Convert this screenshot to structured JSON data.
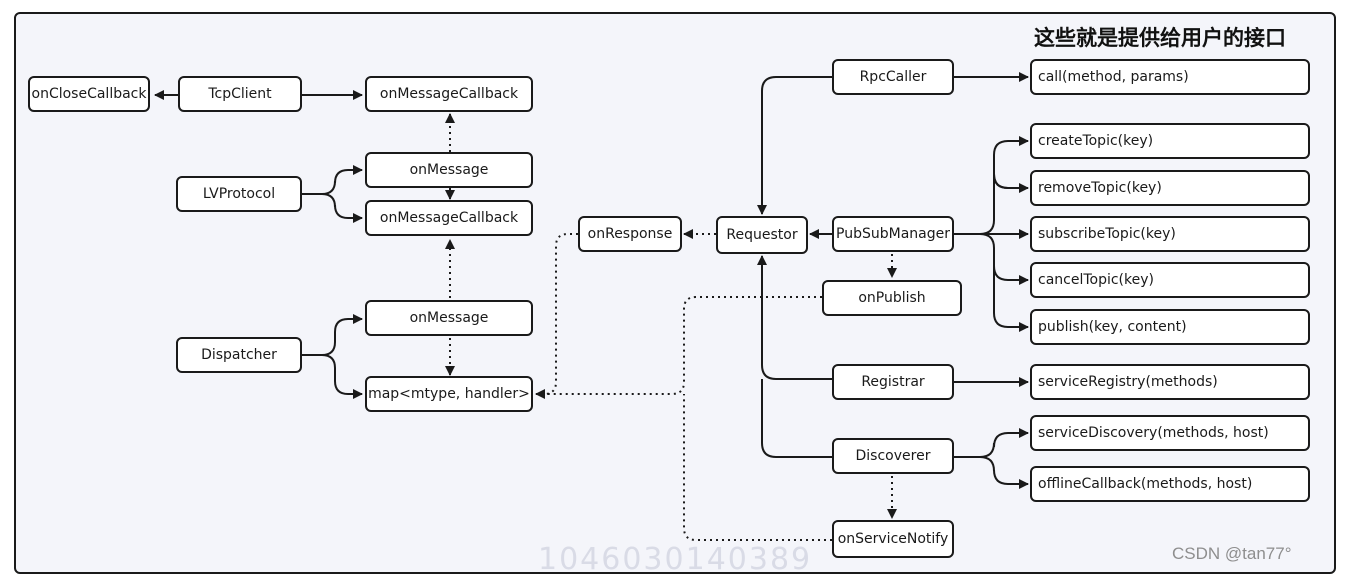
{
  "diagram": {
    "title": "这些就是提供给用户的接口",
    "watermark": "CSDN @tan77°",
    "background_text": "1046030140389",
    "colors": {
      "line": "#1a1a1a",
      "frame_bg": "#f4f5fa",
      "node_bg": "#ffffff"
    },
    "nodes": {
      "onCloseCallback": "onCloseCallback",
      "TcpClient": "TcpClient",
      "onMessageCallback_top": "onMessageCallback",
      "LVProtocol": "LVProtocol",
      "onMessage_1": "onMessage",
      "onMessageCallback_2": "onMessageCallback",
      "Dispatcher": "Dispatcher",
      "onMessage_2": "onMessage",
      "map": "map<mtype, handler>",
      "onResponse": "onResponse",
      "Requestor": "Requestor",
      "RpcCaller": "RpcCaller",
      "PubSubManager": "PubSubManager",
      "onPublish": "onPublish",
      "Registrar": "Registrar",
      "Discoverer": "Discoverer",
      "onServiceNotify": "onServiceNotify",
      "call": "call(method, params)",
      "createTopic": "createTopic(key)",
      "removeTopic": "removeTopic(key)",
      "subscribeTopic": "subscribeTopic(key)",
      "cancelTopic": "cancelTopic(key)",
      "publish": "publish(key, content)",
      "serviceRegistry": "serviceRegistry(methods)",
      "serviceDiscovery": "serviceDiscovery(methods, host)",
      "offlineCallback": "offlineCallback(methods, host)"
    }
  }
}
